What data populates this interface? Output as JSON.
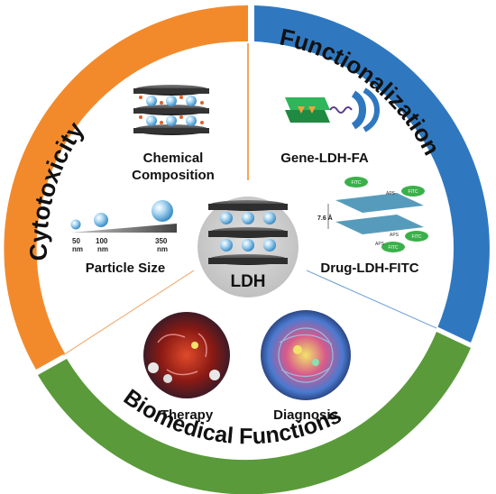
{
  "sections": {
    "cytotoxicity": {
      "title": "Cytotoxicity",
      "color": "#f28a2c"
    },
    "functionalization": {
      "title": "Functionalization",
      "color": "#2f78c0"
    },
    "biomedical": {
      "title": "Biomedical Functions",
      "color": "#5a9a3a"
    }
  },
  "center": {
    "label": "LDH"
  },
  "items": {
    "chemical_composition": [
      "Chemical",
      "Composition"
    ],
    "particle_size": "Particle Size",
    "gene_ldh_fa": "Gene-LDH-FA",
    "drug_ldh_fitc": "Drug-LDH-FITC",
    "therapy": "Therapy",
    "diagnosis": "Diagnosis"
  },
  "particle_scale": {
    "labels": [
      "50\nnm",
      "100\nnm",
      "350\nnm"
    ]
  },
  "drug_schematic": {
    "fitc_labels": [
      "FITC",
      "FITC",
      "FITC",
      "FITC"
    ],
    "aps_labels": [
      "APS",
      "APS",
      "APS"
    ],
    "spacing_label": "7.6 Å"
  }
}
